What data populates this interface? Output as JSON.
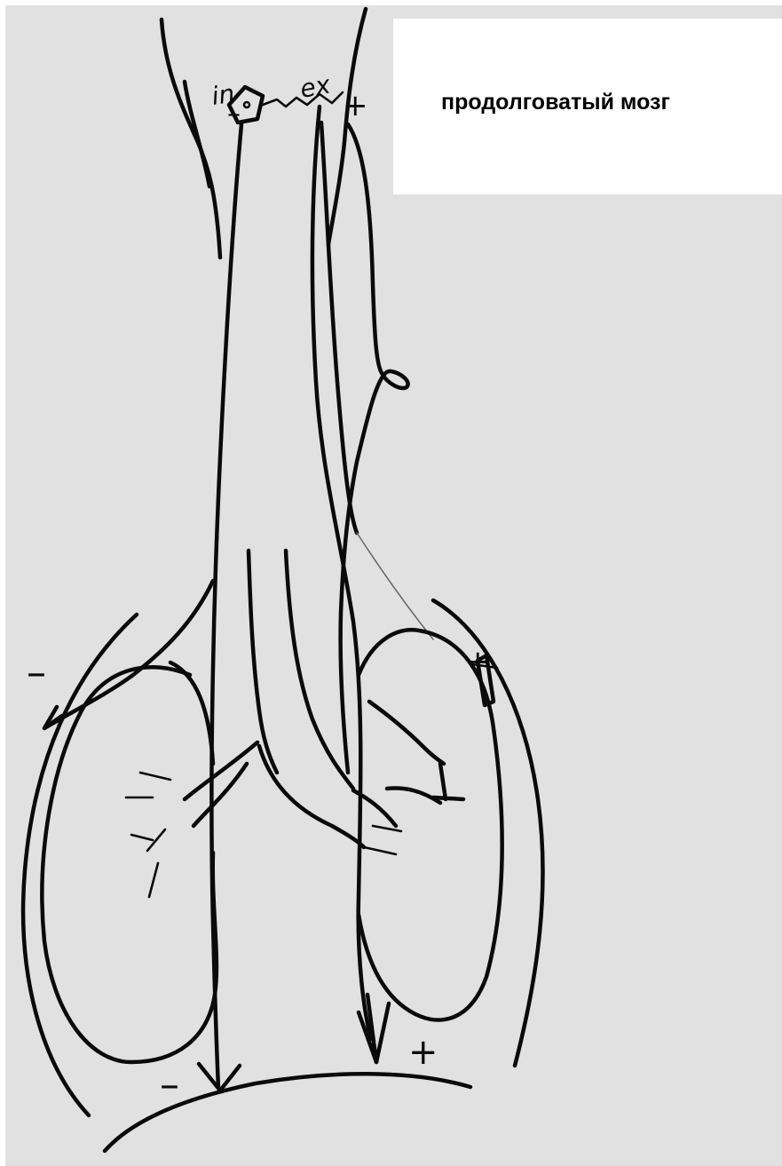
{
  "diagram": {
    "caption": "продолговатый мозг",
    "hand_labels": {
      "inspiration": "in",
      "expiration": "ex",
      "minus_top": "–",
      "plus_top": "+",
      "minus_left": "–",
      "plus_right": "+",
      "minus_bottom": "–",
      "plus_bottom": "+"
    }
  }
}
